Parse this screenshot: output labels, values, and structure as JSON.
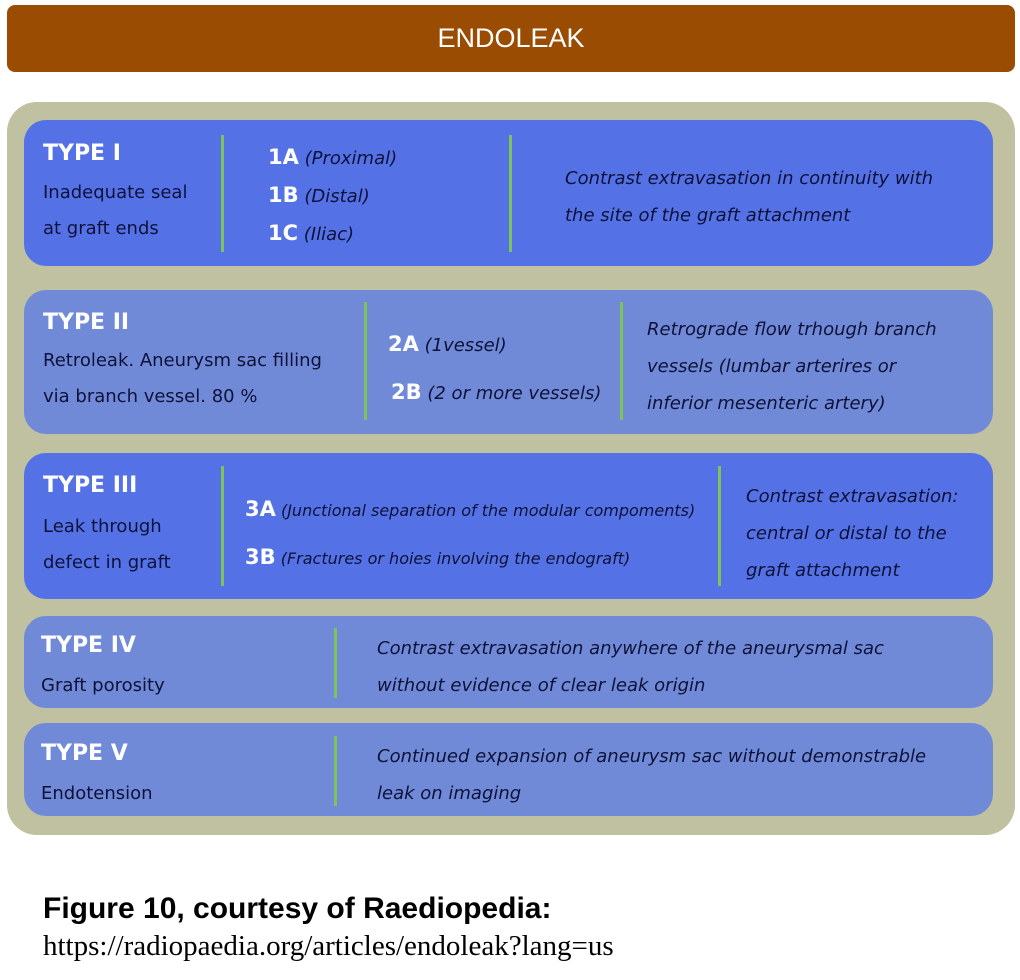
{
  "title": "ENDOLEAK",
  "types": [
    {
      "name": "TYPE I",
      "desc": [
        "Inadequate seal",
        "at graft ends"
      ],
      "sub": [
        {
          "code": "1A",
          "text": "(Proximal)"
        },
        {
          "code": "1B",
          "text": "(Distal)"
        },
        {
          "code": "1C",
          "text": "(Iliac)"
        }
      ],
      "finding": [
        "Contrast extravasation in continuity with",
        "the site of the graft attachment"
      ]
    },
    {
      "name": "TYPE II",
      "desc": [
        "Retroleak. Aneurysm sac filling",
        "via branch vessel. 80 %"
      ],
      "sub": [
        {
          "code": "2A",
          "text": "(1vessel)"
        },
        {
          "code": "2B",
          "text": "(2 or more vessels)"
        }
      ],
      "finding": [
        "Retrograde flow trhough branch",
        "vessels (lumbar arterires or",
        "inferior mesenteric artery)"
      ]
    },
    {
      "name": "TYPE III",
      "desc": [
        "Leak through",
        "defect in graft"
      ],
      "sub": [
        {
          "code": "3A",
          "text": "(Junctional separation of the modular compoments)"
        },
        {
          "code": "3B",
          "text": "(Fractures or hoies involving the endograft)"
        }
      ],
      "finding": [
        "Contrast extravasation:",
        "central or distal to the",
        "graft attachment"
      ]
    },
    {
      "name": "TYPE IV",
      "desc": [
        "Graft porosity"
      ],
      "finding": [
        "Contrast extravasation anywhere of the aneurysmal sac",
        "without evidence of clear leak origin"
      ]
    },
    {
      "name": "TYPE V",
      "desc": [
        "Endotension"
      ],
      "finding": [
        "Continued expansion of aneurysm sac without demonstrable",
        "leak on imaging"
      ]
    }
  ],
  "caption": {
    "line1": "Figure 10, courtesy of Raediopedia:",
    "line2": "https://radiopaedia.org/articles/endoleak?lang=us"
  }
}
